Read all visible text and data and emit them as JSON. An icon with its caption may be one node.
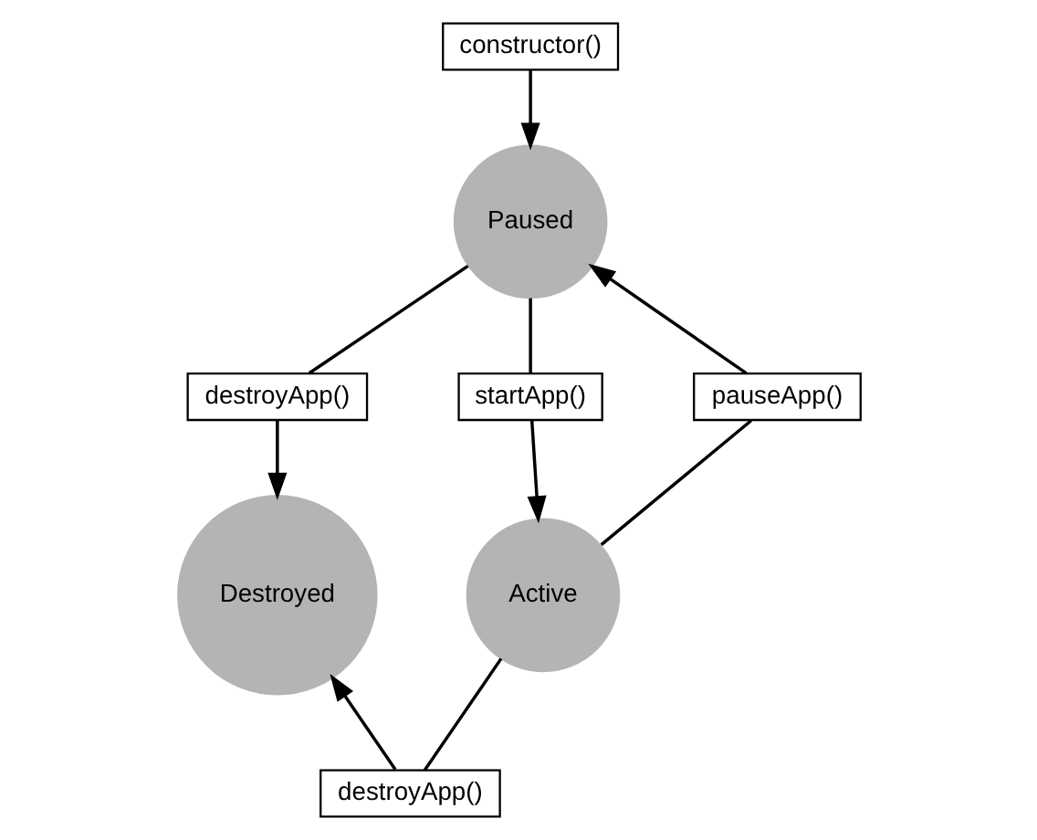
{
  "diagram": {
    "nodes": [
      {
        "text": [
          "constructor()"
        ]
      },
      {
        "text": [
          "Paused"
        ]
      },
      {
        "text": [
          "destroyApp()"
        ]
      },
      {
        "text": [
          "pauseApp()"
        ]
      },
      {
        "text": [
          "startApp()"
        ]
      },
      {
        "text": [
          "Destroyed"
        ]
      },
      {
        "text": [
          "Active"
        ]
      },
      {
        "text": [
          "destroyApp()"
        ]
      }
    ],
    "edges": [
      {
        "from": 0,
        "to": 1,
        "arrow": "to"
      },
      {
        "from": 1,
        "to": 2,
        "arrow": "none"
      },
      {
        "from": 2,
        "to": 5,
        "arrow": "to"
      },
      {
        "from": 6,
        "to": 3,
        "arrow": "none"
      },
      {
        "from": 3,
        "to": 1,
        "arrow": "to"
      },
      {
        "from": 1,
        "to": 4,
        "arrow": "none"
      },
      {
        "from": 4,
        "to": 6,
        "arrow": "to"
      },
      {
        "from": 6,
        "to": 7,
        "arrow": "none"
      },
      {
        "from": 7,
        "to": 5,
        "arrow": "to"
      }
    ]
  }
}
